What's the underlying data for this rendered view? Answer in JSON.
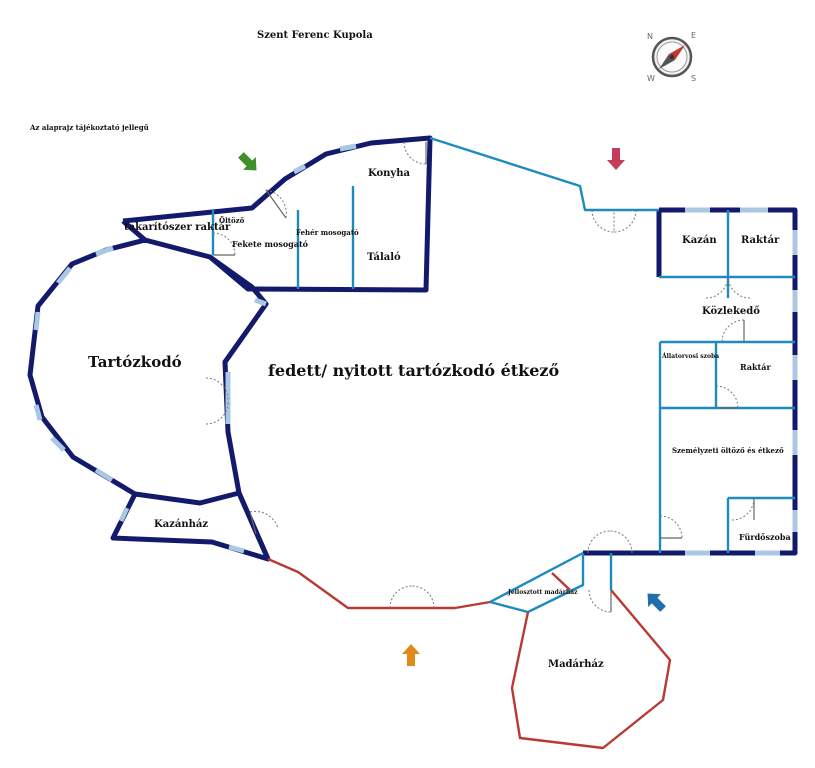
{
  "header": {
    "title": "Szent Ferenc Kupola",
    "note": "Az alaprajz tájékoztató jellegű"
  },
  "rooms": {
    "tartozkodo": "Tartózkodó",
    "etkezo_main": "fedett/ nyitott tartózkodó étkező",
    "kazanhaz": "Kazánház",
    "takaritoszer_raktar": "takarítószer raktár",
    "oltozo_small": "Öltöző",
    "fekete_mosogato": "Fekete mosogató",
    "feher_mosogato": "Fehér mosogató",
    "konyha": "Konyha",
    "talalo": "Tálaló",
    "kazan": "Kazán",
    "raktar_top": "Raktár",
    "kozlekedo": "Közlekedő",
    "allatorvosi_szoba": "Állatorvosi szoba",
    "raktar_mid": "Raktár",
    "szemelyzeti": "Személyzeti öltöző és étkező",
    "furdoszoba": "Fürdőszoba",
    "jelloszott_madarhaz": "Jellosztott madárház",
    "madarhaz": "Madárház"
  },
  "colors": {
    "main_wall": "#131a6b",
    "inner_wall": "#1e8bbf",
    "bird_wall": "#b83a34",
    "window": "#aac8e2",
    "arrow_green": "#3f8f2a",
    "arrow_red": "#c43c5a",
    "arrow_orange": "#e08a1a",
    "arrow_blue": "#1f6fb0"
  },
  "icons": {
    "compass": "compass-icon",
    "entrance_arrows": [
      "arrow-down-icon",
      "arrow-down-icon",
      "arrow-up-icon",
      "arrow-up-left-icon"
    ]
  }
}
